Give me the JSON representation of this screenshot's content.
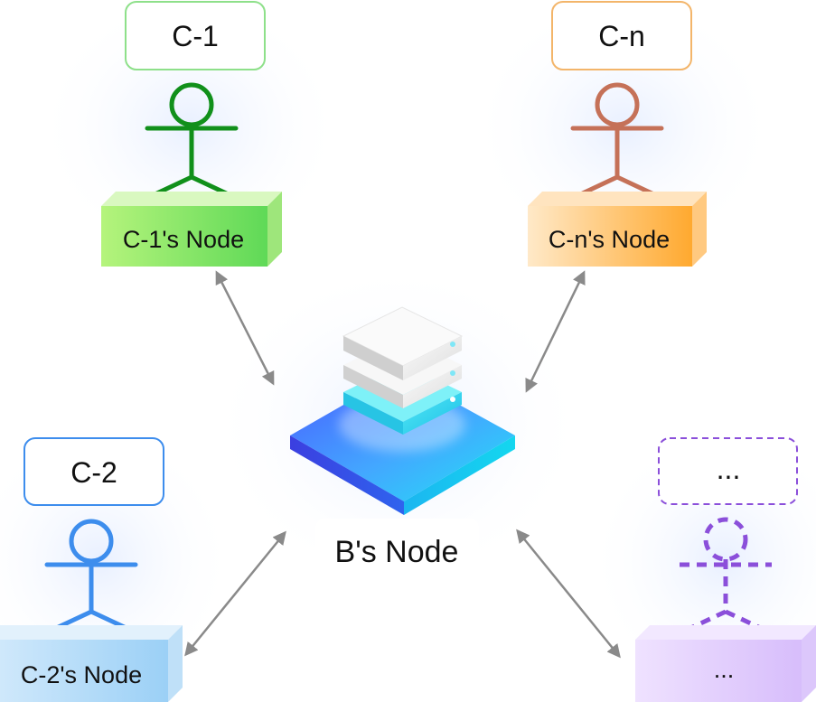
{
  "clients": {
    "c1": {
      "name": "C-1",
      "node": "C-1's Node",
      "color": "#11901b",
      "border": "#8ee08a"
    },
    "cn": {
      "name": "C-n",
      "node": "C-n's Node",
      "color": "#c57158",
      "border": "#f3b56a"
    },
    "c2": {
      "name": "C-2",
      "node": "C-2's Node",
      "color": "#3d8ded",
      "border": "#3d8ded"
    },
    "etc": {
      "name": "...",
      "node": "...",
      "color": "#8b4fda",
      "border": "#8b4fda"
    }
  },
  "center": {
    "label": "B's Node"
  },
  "colors": {
    "arrow": "#8a8a8a",
    "platform_blue": "#2f6bff",
    "platform_cyan": "#22d3ee"
  }
}
